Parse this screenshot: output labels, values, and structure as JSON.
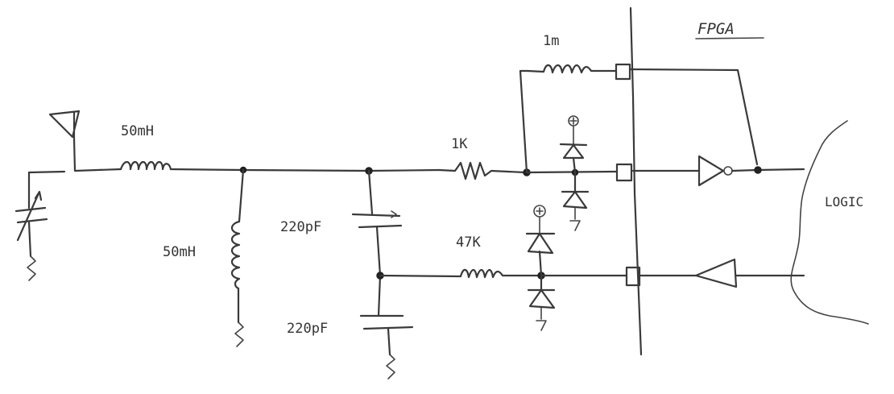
{
  "labels": {
    "fpga": "FPGA",
    "logic": "LOGIC",
    "inductor_series": "50mH",
    "inductor_shunt": "50mH",
    "capacitor_top": "220pF",
    "capacitor_bottom": "220pF",
    "resistor_feedback": "1m",
    "resistor_input": "1K",
    "resistor_output": "47K"
  },
  "colors": {
    "ink": "#3a3a3a",
    "paper": "#ffffff"
  }
}
